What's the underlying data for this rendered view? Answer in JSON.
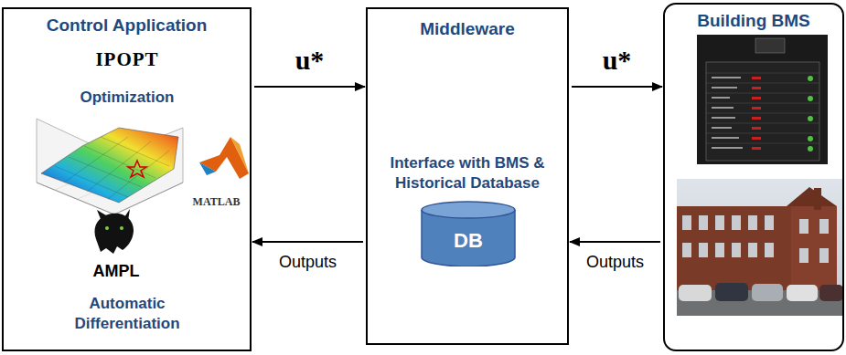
{
  "diagram": {
    "nodes": [
      {
        "text": [
          "Control Application",
          "IPOPT",
          "Optimization",
          "MATLAB",
          "AMPL",
          "Automatic Differentiation"
        ]
      },
      {
        "text": [
          "Middleware",
          "Interface with BMS & Historical Database"
        ]
      },
      {
        "text": [
          "DB"
        ],
        "in": 1
      },
      {
        "text": [
          "Building BMS"
        ]
      }
    ],
    "edges": [
      {
        "from": 0,
        "to": 1,
        "arrow": "to",
        "label": "u*"
      },
      {
        "from": 1,
        "to": 3,
        "arrow": "to",
        "label": "u*"
      },
      {
        "from": 3,
        "to": 1,
        "arrow": "to",
        "label": "Outputs"
      },
      {
        "from": 1,
        "to": 0,
        "arrow": "to",
        "label": "Outputs"
      }
    ]
  }
}
